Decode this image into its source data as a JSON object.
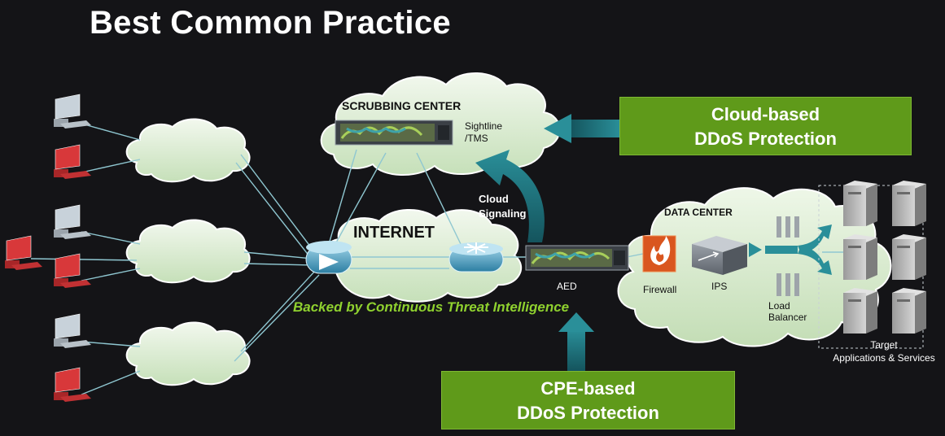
{
  "title": "Best Common Practice",
  "scrubbing": {
    "heading": "SCRUBBING CENTER",
    "device_line1": "Sightline",
    "device_line2": "/TMS"
  },
  "internet_label": "INTERNET",
  "cloud_signaling": {
    "line1": "Cloud",
    "line2": "Signaling"
  },
  "aed_label": "AED",
  "tagline": "Backed by Continuous Threat Intelligence",
  "cloud_box": {
    "line1": "Cloud-based",
    "line2": "DDoS Protection"
  },
  "cpe_box": {
    "line1": "CPE-based",
    "line2": "DDoS Protection"
  },
  "data_center": {
    "heading": "DATA CENTER",
    "firewall": "Firewall",
    "ips": "IPS",
    "load_balancer_line1": "Load",
    "load_balancer_line2": "Balancer"
  },
  "target": {
    "line1": "Target",
    "line2": "Applications & Services"
  },
  "colors": {
    "background": "#141417",
    "green_box": "#5f9a1a",
    "tagline": "#8fd12f",
    "teal_arrow": "#1f7c87",
    "cloud_fill": "#d9ecd0",
    "infected_computer": "#d8383a",
    "firewall": "#d9561f"
  }
}
